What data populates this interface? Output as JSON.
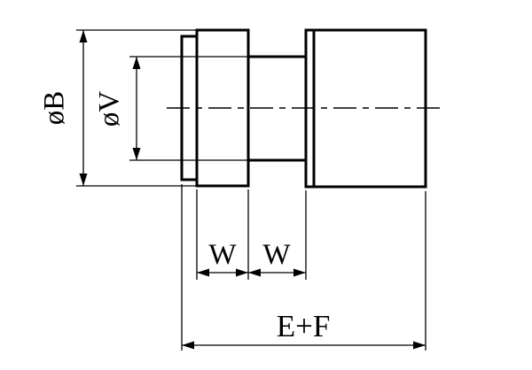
{
  "colors": {
    "line": "#000000",
    "background": "#ffffff"
  },
  "dimensions": {
    "diameter_b_label": "øB",
    "diameter_v_label": "øV",
    "width_front_label": "W",
    "width_neck_label": "W",
    "total_length_label": "E+F"
  }
}
